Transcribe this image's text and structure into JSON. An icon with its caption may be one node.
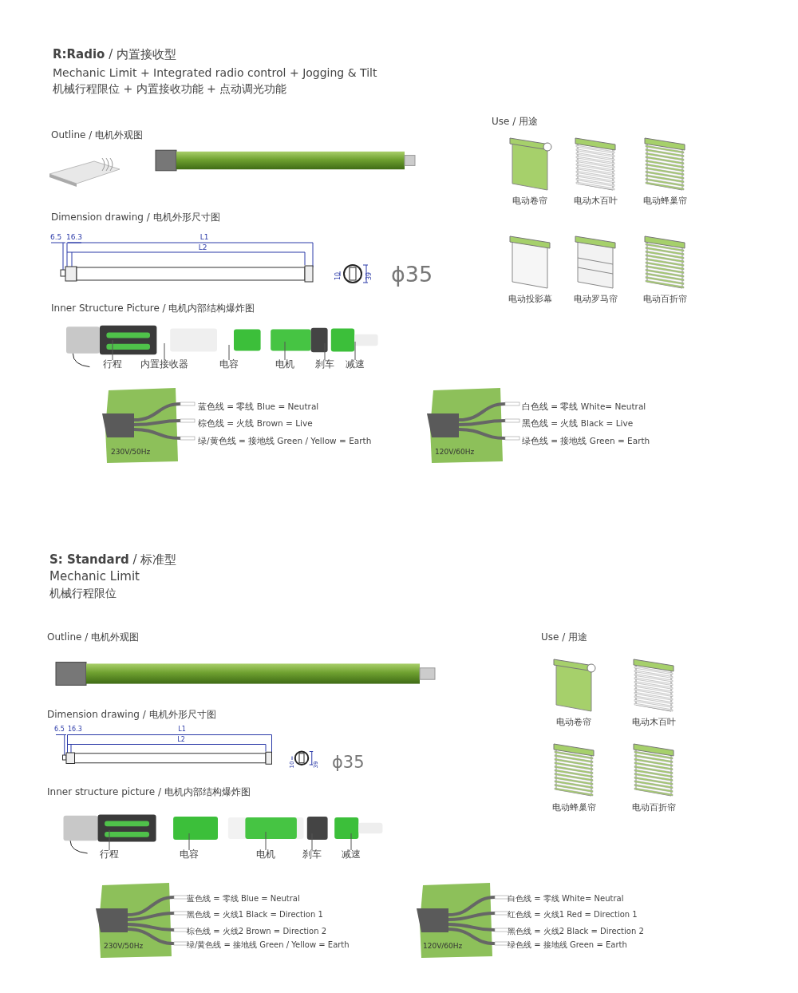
{
  "diagram": {
    "nodes": [
      {
        "text": [
          "行程"
        ]
      },
      {
        "text": [
          "内置接收器"
        ]
      },
      {
        "text": [
          "电容"
        ]
      },
      {
        "text": [
          "电机"
        ]
      },
      {
        "text": [
          "刹车"
        ]
      },
      {
        "text": [
          "减速"
        ]
      },
      {
        "text": [
          "行程"
        ]
      },
      {
        "text": [
          "电容"
        ]
      },
      {
        "text": [
          "电机"
        ]
      },
      {
        "text": [
          "刹车"
        ]
      },
      {
        "text": [
          "减速"
        ]
      }
    ],
    "edges": [
      {
        "from": 0,
        "to": null,
        "arrow": "none"
      },
      {
        "from": 1,
        "to": null,
        "arrow": "none"
      },
      {
        "from": 2,
        "to": null,
        "arrow": "none"
      },
      {
        "from": 3,
        "to": null,
        "arrow": "none"
      },
      {
        "from": 4,
        "to": null,
        "arrow": "none"
      },
      {
        "from": 5,
        "to": null,
        "arrow": "none"
      },
      {
        "from": 6,
        "to": null,
        "arrow": "none"
      },
      {
        "from": 7,
        "to": null,
        "arrow": "none"
      },
      {
        "from": 8,
        "to": null,
        "arrow": "none"
      },
      {
        "from": 9,
        "to": null,
        "arrow": "none"
      },
      {
        "from": 10,
        "to": null,
        "arrow": "none"
      }
    ],
    "labels": [
      "**R:Radio** / 内置接收型",
      "Mechanic Limit + Integrated radio control + Jogging & Tilt",
      "机械行程限位 + 内置接收功能 + 点动调光功能",
      "Outline / 电机外观图",
      "Use / 用途",
      "电动卷帘",
      "电动木百叶",
      "电动蜂巢帘",
      "Dimension drawing / 电机外形尺寸图",
      "6.5",
      "16.3",
      "L1",
      "L2",
      "10",
      "39",
      "ϕ35",
      "电动投影幕",
      "电动罗马帘",
      "电动百折帘",
      "Inner Structure Picture / 电机内部结构爆炸图",
      "蓝色线 = 零线 Blue = Neutral",
      "棕色线 = 火线 Brown = Live",
      "绿/黄色线 = 接地线 Green / Yellow = Earth",
      "230V/50Hz",
      "白色线 = 零线 White= Neutral",
      "黑色线 = 火线 Black = Live",
      "绿色线 = 接地线 Green = Earth",
      "120V/60Hz",
      "**S: Standard** / 标准型",
      "Mechanic Limit",
      "机械行程限位",
      "Outline / 电机外观图",
      "Use / 用途",
      "电动卷帘",
      "电动木百叶",
      "Dimension drawing / 电机外形尺寸图",
      "6.5",
      "16.3",
      "L1",
      "L2",
      "10",
      "39",
      "ϕ35",
      "电动蜂巢帘",
      "电动百折帘",
      "Inner structure picture / 电机内部结构爆炸图",
      "蓝色线 = 零线 Blue = Neutral",
      "黑色线 = 火线1 Black = Direction 1",
      "棕色线 = 火线2 Brown = Direction 2",
      "230V/50Hz",
      "绿/黄色线 = 接地线 Green / Yellow = Earth",
      "白色线 = 零线 White= Neutral",
      "红色线 = 火线1 Red = Direction 1",
      "黑色线 = 火线2 Black = Direction 2",
      "120V/60Hz",
      "绿色线 = 接地线 Green = Earth"
    ]
  }
}
